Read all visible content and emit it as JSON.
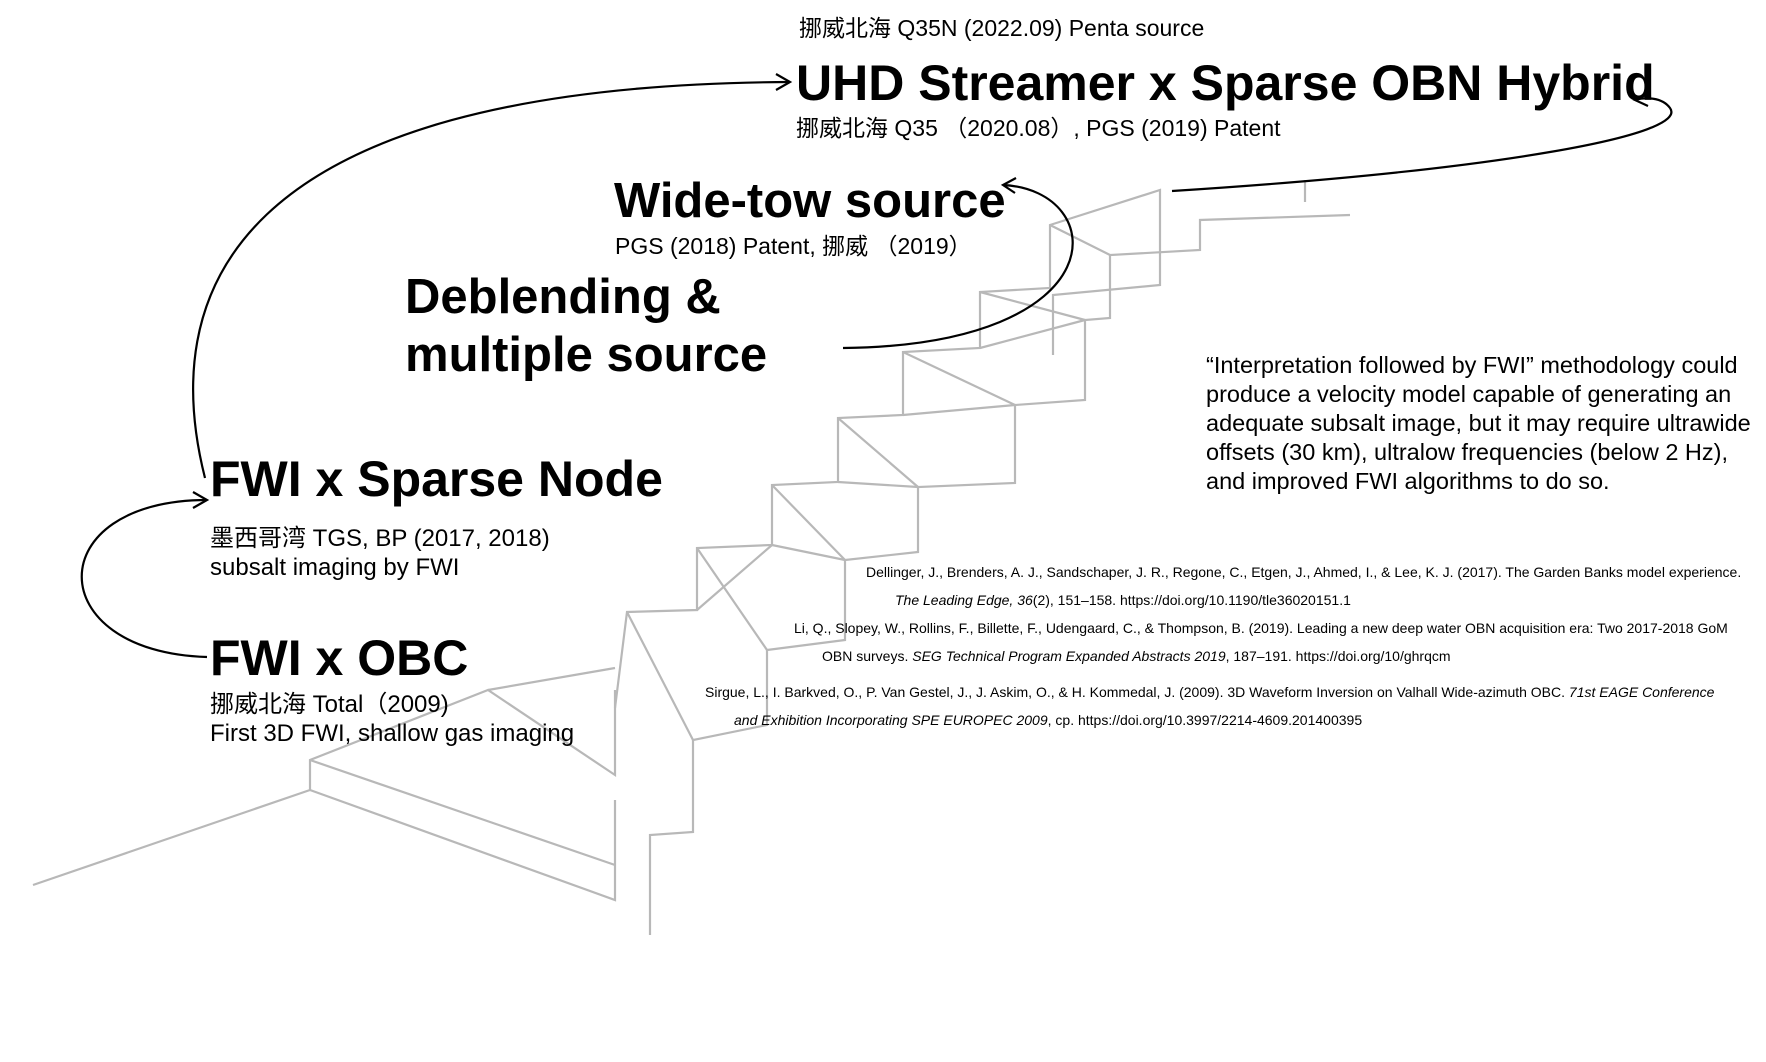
{
  "milestones": {
    "uhd": {
      "title": "UHD Streamer x Sparse OBN Hybrid",
      "above": "挪威北海 Q35N   (2022.09) Penta source",
      "below": "挪威北海 Q35  （2020.08）, PGS (2019) Patent"
    },
    "widetow": {
      "title": "Wide-tow source",
      "below": "PGS (2018) Patent, 挪威 （2019）"
    },
    "deblending": {
      "line1": "Deblending &",
      "line2": "multiple source"
    },
    "sparse_node": {
      "title": "FWI x Sparse Node",
      "line1": "墨西哥湾 TGS, BP (2017, 2018)",
      "line2": "subsalt imaging by FWI"
    },
    "obc": {
      "title": "FWI x OBC",
      "line1": "挪威北海 Total（2009)",
      "line2": "First 3D FWI, shallow gas imaging"
    }
  },
  "quote": "“Interpretation followed by FWI” methodology could produce a velocity model capable of generating an adequate subsalt image, but it may require ultrawide offsets (30 km), ultralow frequencies (below 2 Hz), and improved FWI algorithms to do so.",
  "references": [
    {
      "line1": "Dellinger, J., Brenders, A. J., Sandschaper, J. R., Regone, C., Etgen, J., Ahmed, I., & Lee, K. J. (2017). The Garden Banks model experience.",
      "line2_italic": "The Leading Edge, 36",
      "line2_rest": "(2), 151–158. https://doi.org/10.1190/tle36020151.1"
    },
    {
      "line1": "Li, Q., Slopey, W., Rollins, F., Billette, F., Udengaard, C., & Thompson, B. (2019). Leading a new deep water OBN acquisition era: Two 2017-2018 GoM",
      "line2_pre": "OBN surveys. ",
      "line2_italic": "SEG Technical Program Expanded Abstracts 2019",
      "line2_rest": ", 187–191. https://doi.org/10/ghrqcm"
    },
    {
      "line1_pre": "Sirgue, L., I. Barkved, O., P. Van Gestel, J., J. Askim, O., & H. Kommedal, J. (2009). 3D Waveform Inversion on Valhall Wide-azimuth OBC. ",
      "line1_italic": "71st EAGE Conference",
      "line2_italic": "and Exhibition Incorporating SPE EUROPEC 2009",
      "line2_rest": ", cp. https://doi.org/10.3997/2214-4609.201400395"
    }
  ]
}
